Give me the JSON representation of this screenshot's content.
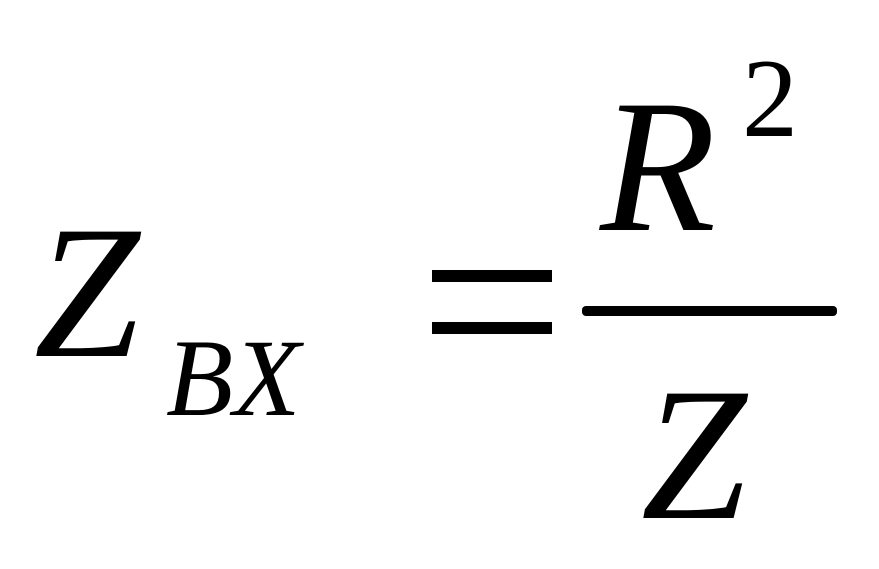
{
  "formula": {
    "lhs": {
      "symbol": "Z",
      "subscript": "BX"
    },
    "relation": "=",
    "rhs": {
      "numerator": {
        "symbol": "R",
        "exponent": "2"
      },
      "denominator": {
        "symbol": "Z"
      }
    }
  }
}
